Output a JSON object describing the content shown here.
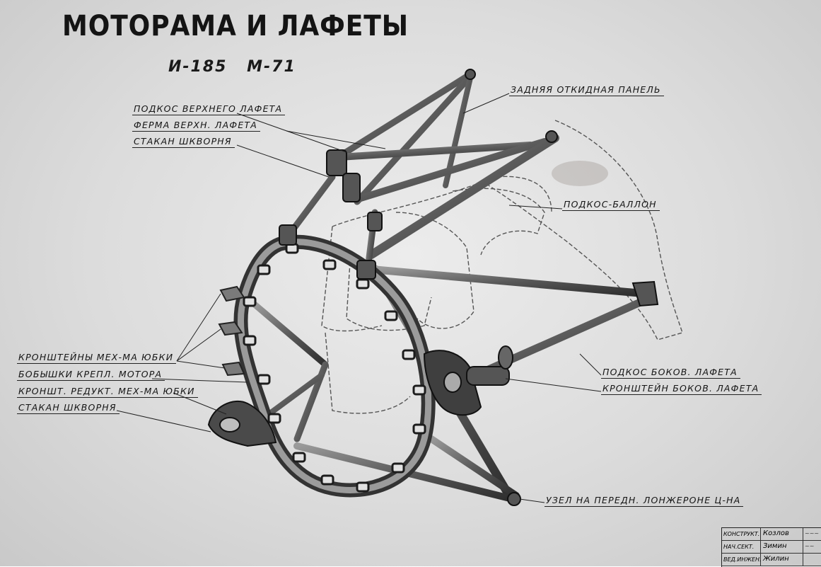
{
  "title": "МОТОРАМА И ЛАФЕТЫ",
  "subtitle": {
    "aircraft": "И-185",
    "engine": "М-71"
  },
  "labels": {
    "upper_mount_strut": "ПОДКОС ВЕРХНЕГО ЛАФЕТА",
    "upper_mount_truss": "ФЕРМА ВЕРХН. ЛАФЕТА",
    "pivot_cup_upper": "СТАКАН ШКВОРНЯ",
    "rear_hinged_panel": "ЗАДНЯЯ ОТКИДНАЯ ПАНЕЛЬ",
    "strut_cylinder": "ПОДКОС-БАЛЛОН",
    "skirt_brackets": "КРОНШТЕЙНЫ МЕХ-МА ЮБКИ",
    "engine_bosses": "БОБЫШКИ КРЕПЛ. МОТОРА",
    "skirt_reducer_bracket": "КРОНШТ. РЕДУКТ. МЕХ-МА ЮБКИ",
    "pivot_cup_lower": "СТАКАН ШКВОРНЯ",
    "side_mount_strut": "ПОДКОС БОКОВ. ЛАФЕТА",
    "side_mount_bracket": "КРОНШТЕЙН БОКОВ. ЛАФЕТА",
    "front_spar_node": "УЗЕЛ НА ПЕРЕДН. ЛОНЖЕРОНЕ Ц-НА"
  },
  "title_block": {
    "rows": [
      {
        "role": "КОНСТРУКТ.",
        "name": "Козлов",
        "sign": "~~~"
      },
      {
        "role": "НАЧ.СЕКТ.",
        "name": "Зимин",
        "sign": "~~"
      },
      {
        "role": "ВЕД.ИНЖЕН.",
        "name": "Жилин",
        "sign": ""
      }
    ]
  }
}
